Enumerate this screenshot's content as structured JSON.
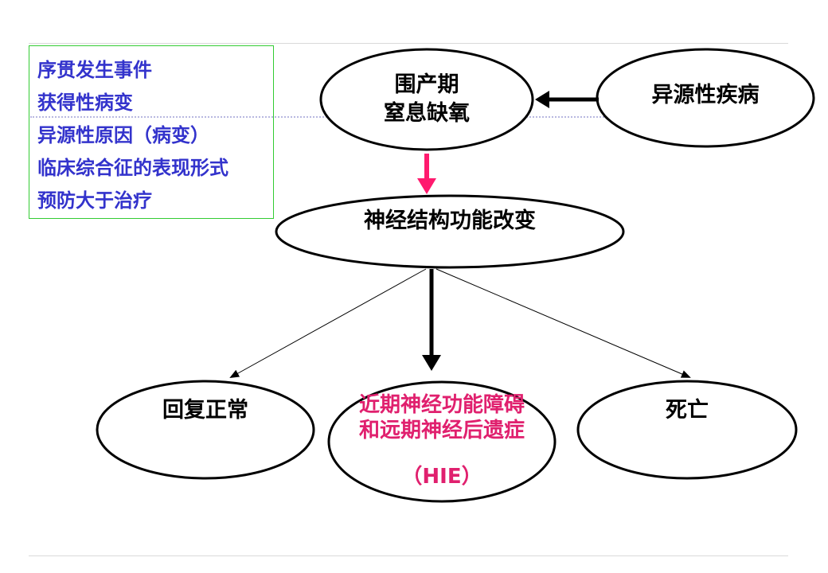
{
  "notes": {
    "items": [
      "序贯发生事件",
      "获得性病变",
      "异源性原因（病变）",
      "临床综合征的表现形式",
      "预防大于治疗"
    ]
  },
  "nodes": {
    "perinatal": {
      "line1": "围产期",
      "line2": "窒息缺氧"
    },
    "heterogenous": {
      "label": "异源性疾病"
    },
    "neural_change": {
      "label": "神经结构功能改变"
    },
    "recovery": {
      "label": "回复正常"
    },
    "hie": {
      "line1": "近期神经功能障碍",
      "line2": "和远期神经后遗症",
      "line3": "（HIE）"
    },
    "death": {
      "label": "死亡"
    }
  },
  "colors": {
    "note_text": "#3333cc",
    "note_border": "#33cc33",
    "highlight": "#e0206e",
    "arrow_pink": "#ff1a6e"
  }
}
